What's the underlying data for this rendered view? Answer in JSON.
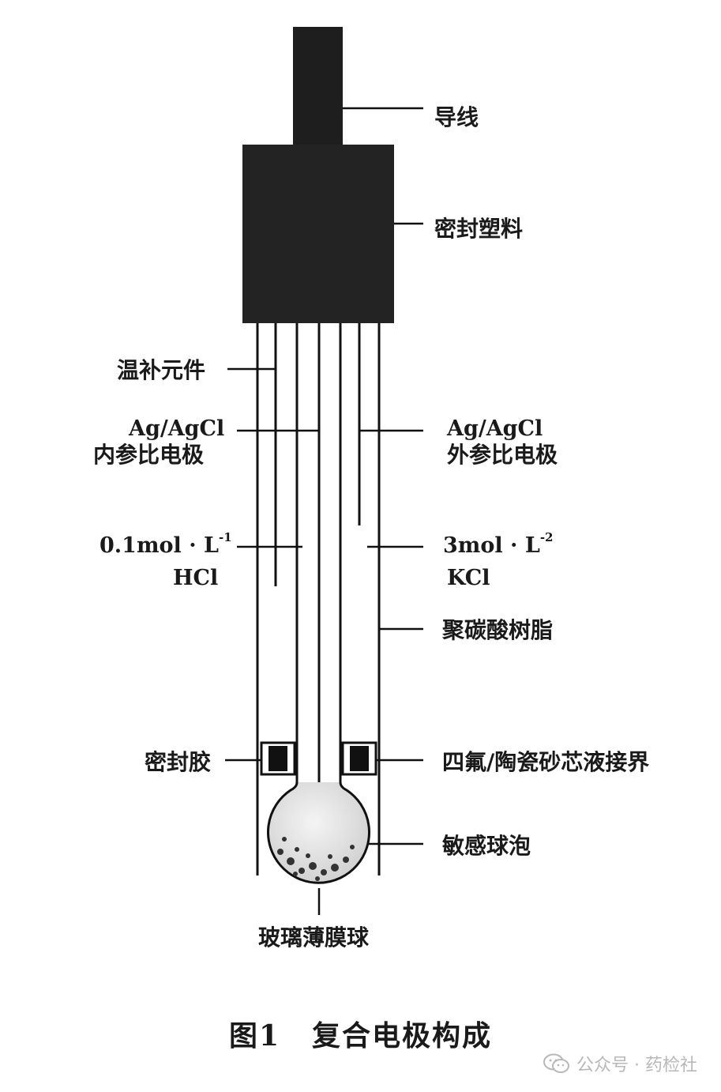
{
  "diagram": {
    "labels": {
      "wire": "导线",
      "seal_plastic": "密封塑料",
      "temp_comp": "温补元件",
      "inner_ref_1": "Ag/AgCl",
      "inner_ref_2": "内参比电极",
      "outer_ref_1": "Ag/AgCl",
      "outer_ref_2": "外参比电极",
      "inner_sol_conc": "0.1mol · L",
      "inner_sol_exp": "-1",
      "inner_sol_name": "HCl",
      "outer_sol_conc": "3mol · L",
      "outer_sol_exp": "-2",
      "outer_sol_name": "KCl",
      "polycarbonate": "聚碳酸树脂",
      "sealant": "密封胶",
      "junction": "四氟/陶瓷砂芯液接界",
      "bulb": "敏感球泡",
      "glass_membrane": "玻璃薄膜球"
    }
  },
  "caption": {
    "number": "图1",
    "title": "复合电极构成"
  },
  "watermark": {
    "text": "公众号 · 药检社"
  },
  "colors": {
    "body_fill": "#1e1e1e",
    "line": "#111111",
    "bulb_fill": "#e6e6e6"
  }
}
